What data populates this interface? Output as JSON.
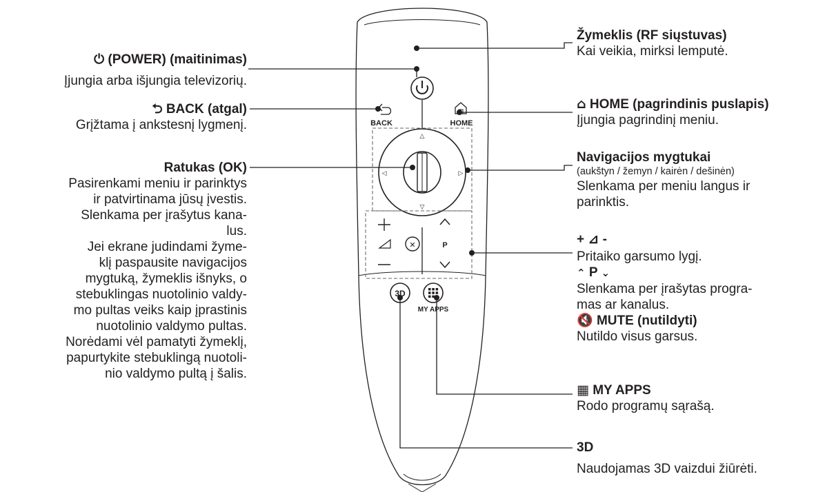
{
  "labels": {
    "power": {
      "icon": "power-icon",
      "title": "(POWER) (maitinimas)",
      "desc": "Įjungia arba išjungia televizorių."
    },
    "back": {
      "icon": "back-arrow-icon",
      "title": "BACK (atgal)",
      "desc": "Grįžtama į ankstesnį lygmenį."
    },
    "wheel": {
      "title": "Ratukas (OK)",
      "lines": [
        "Pasirenkami meniu ir parinktys",
        "ir patvirtinama jūsų įvestis.",
        "Slenkama per įrašytus kana-",
        "lus.",
        "Jei ekrane judindami žyme-",
        "klį paspausite navigacijos",
        "mygtuką, žymeklis išnyks, o",
        "stebuklingas nuotolinio valdy-",
        "mo pultas veiks kaip įprastinis",
        "nuotolinio valdymo pultas.",
        "Norėdami vėl pamatyti žymeklį,",
        "papurtykite stebuklingą nuotoli-",
        "nio valdymo pultą į šalis."
      ]
    },
    "pointer": {
      "title": "Žymeklis (RF siųstuvas)",
      "desc": "Kai veikia, mirksi lemputė."
    },
    "home": {
      "icon": "home-icon",
      "title": "HOME (pagrindinis puslapis)",
      "desc": "Įjungia pagrindinį meniu."
    },
    "nav": {
      "title": "Navigacijos mygtukai",
      "subtitle": "(aukštyn / žemyn / kairėn / dešinėn)",
      "lines": [
        "Slenkama per meniu langus ir",
        "parinktis."
      ]
    },
    "volume": {
      "title": "+ ⊿ -",
      "desc": "Pritaiko garsumo lygį."
    },
    "program": {
      "title": "P",
      "lines": [
        "Slenkama per įrašytas progra-",
        "mas ar kanalus."
      ]
    },
    "mute": {
      "icon": "mute-icon",
      "title": "MUTE (nutildyti)",
      "desc": "Nutildo visus garsus."
    },
    "myapps": {
      "icon": "grid-icon",
      "title": "MY APPS",
      "desc": "Rodo programų sąrašą."
    },
    "threed": {
      "title": "3D",
      "desc": "Naudojamas 3D vaizdui žiūrėti."
    }
  },
  "remote": {
    "back_label": "BACK",
    "home_label": "HOME",
    "p_label": "P",
    "myapps_label": "MY APPS",
    "threed_label": "3D"
  }
}
